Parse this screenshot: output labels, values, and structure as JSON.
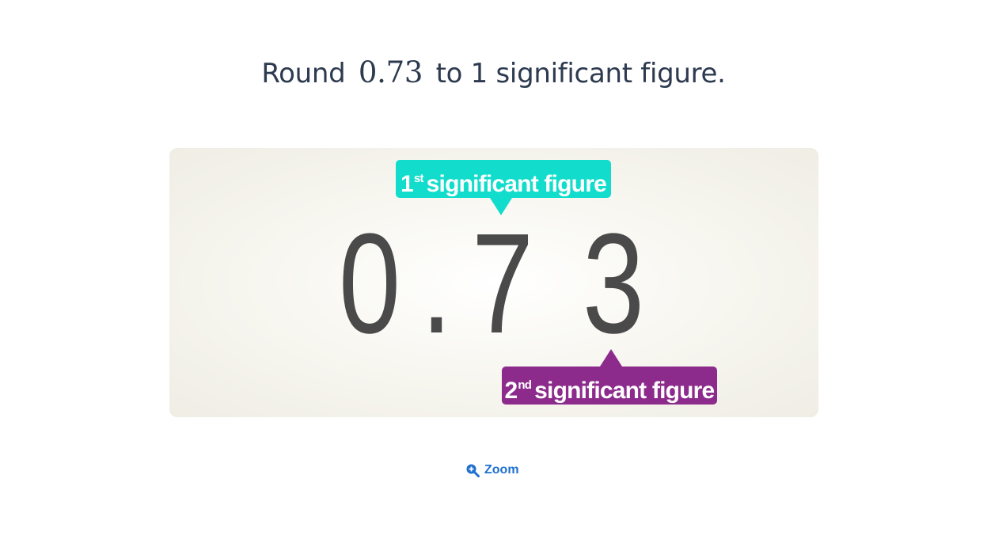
{
  "question": {
    "prefix": "Round",
    "number": "0.73",
    "suffix": "to 1 significant figure."
  },
  "figure": {
    "digits": [
      "0",
      ".",
      "7",
      "3"
    ],
    "first_callout": {
      "num": "1",
      "sup": "st",
      "label": "significant figure",
      "color": "#12ddcc"
    },
    "second_callout": {
      "num": "2",
      "sup": "nd",
      "label": "significant figure",
      "color": "#8d2b8c"
    }
  },
  "zoom": {
    "label": "Zoom",
    "icon": "zoom-in-icon",
    "color": "#1f6fd0"
  },
  "colors": {
    "question_text": "#2d3a4f",
    "digits": "#4a4a4a"
  }
}
